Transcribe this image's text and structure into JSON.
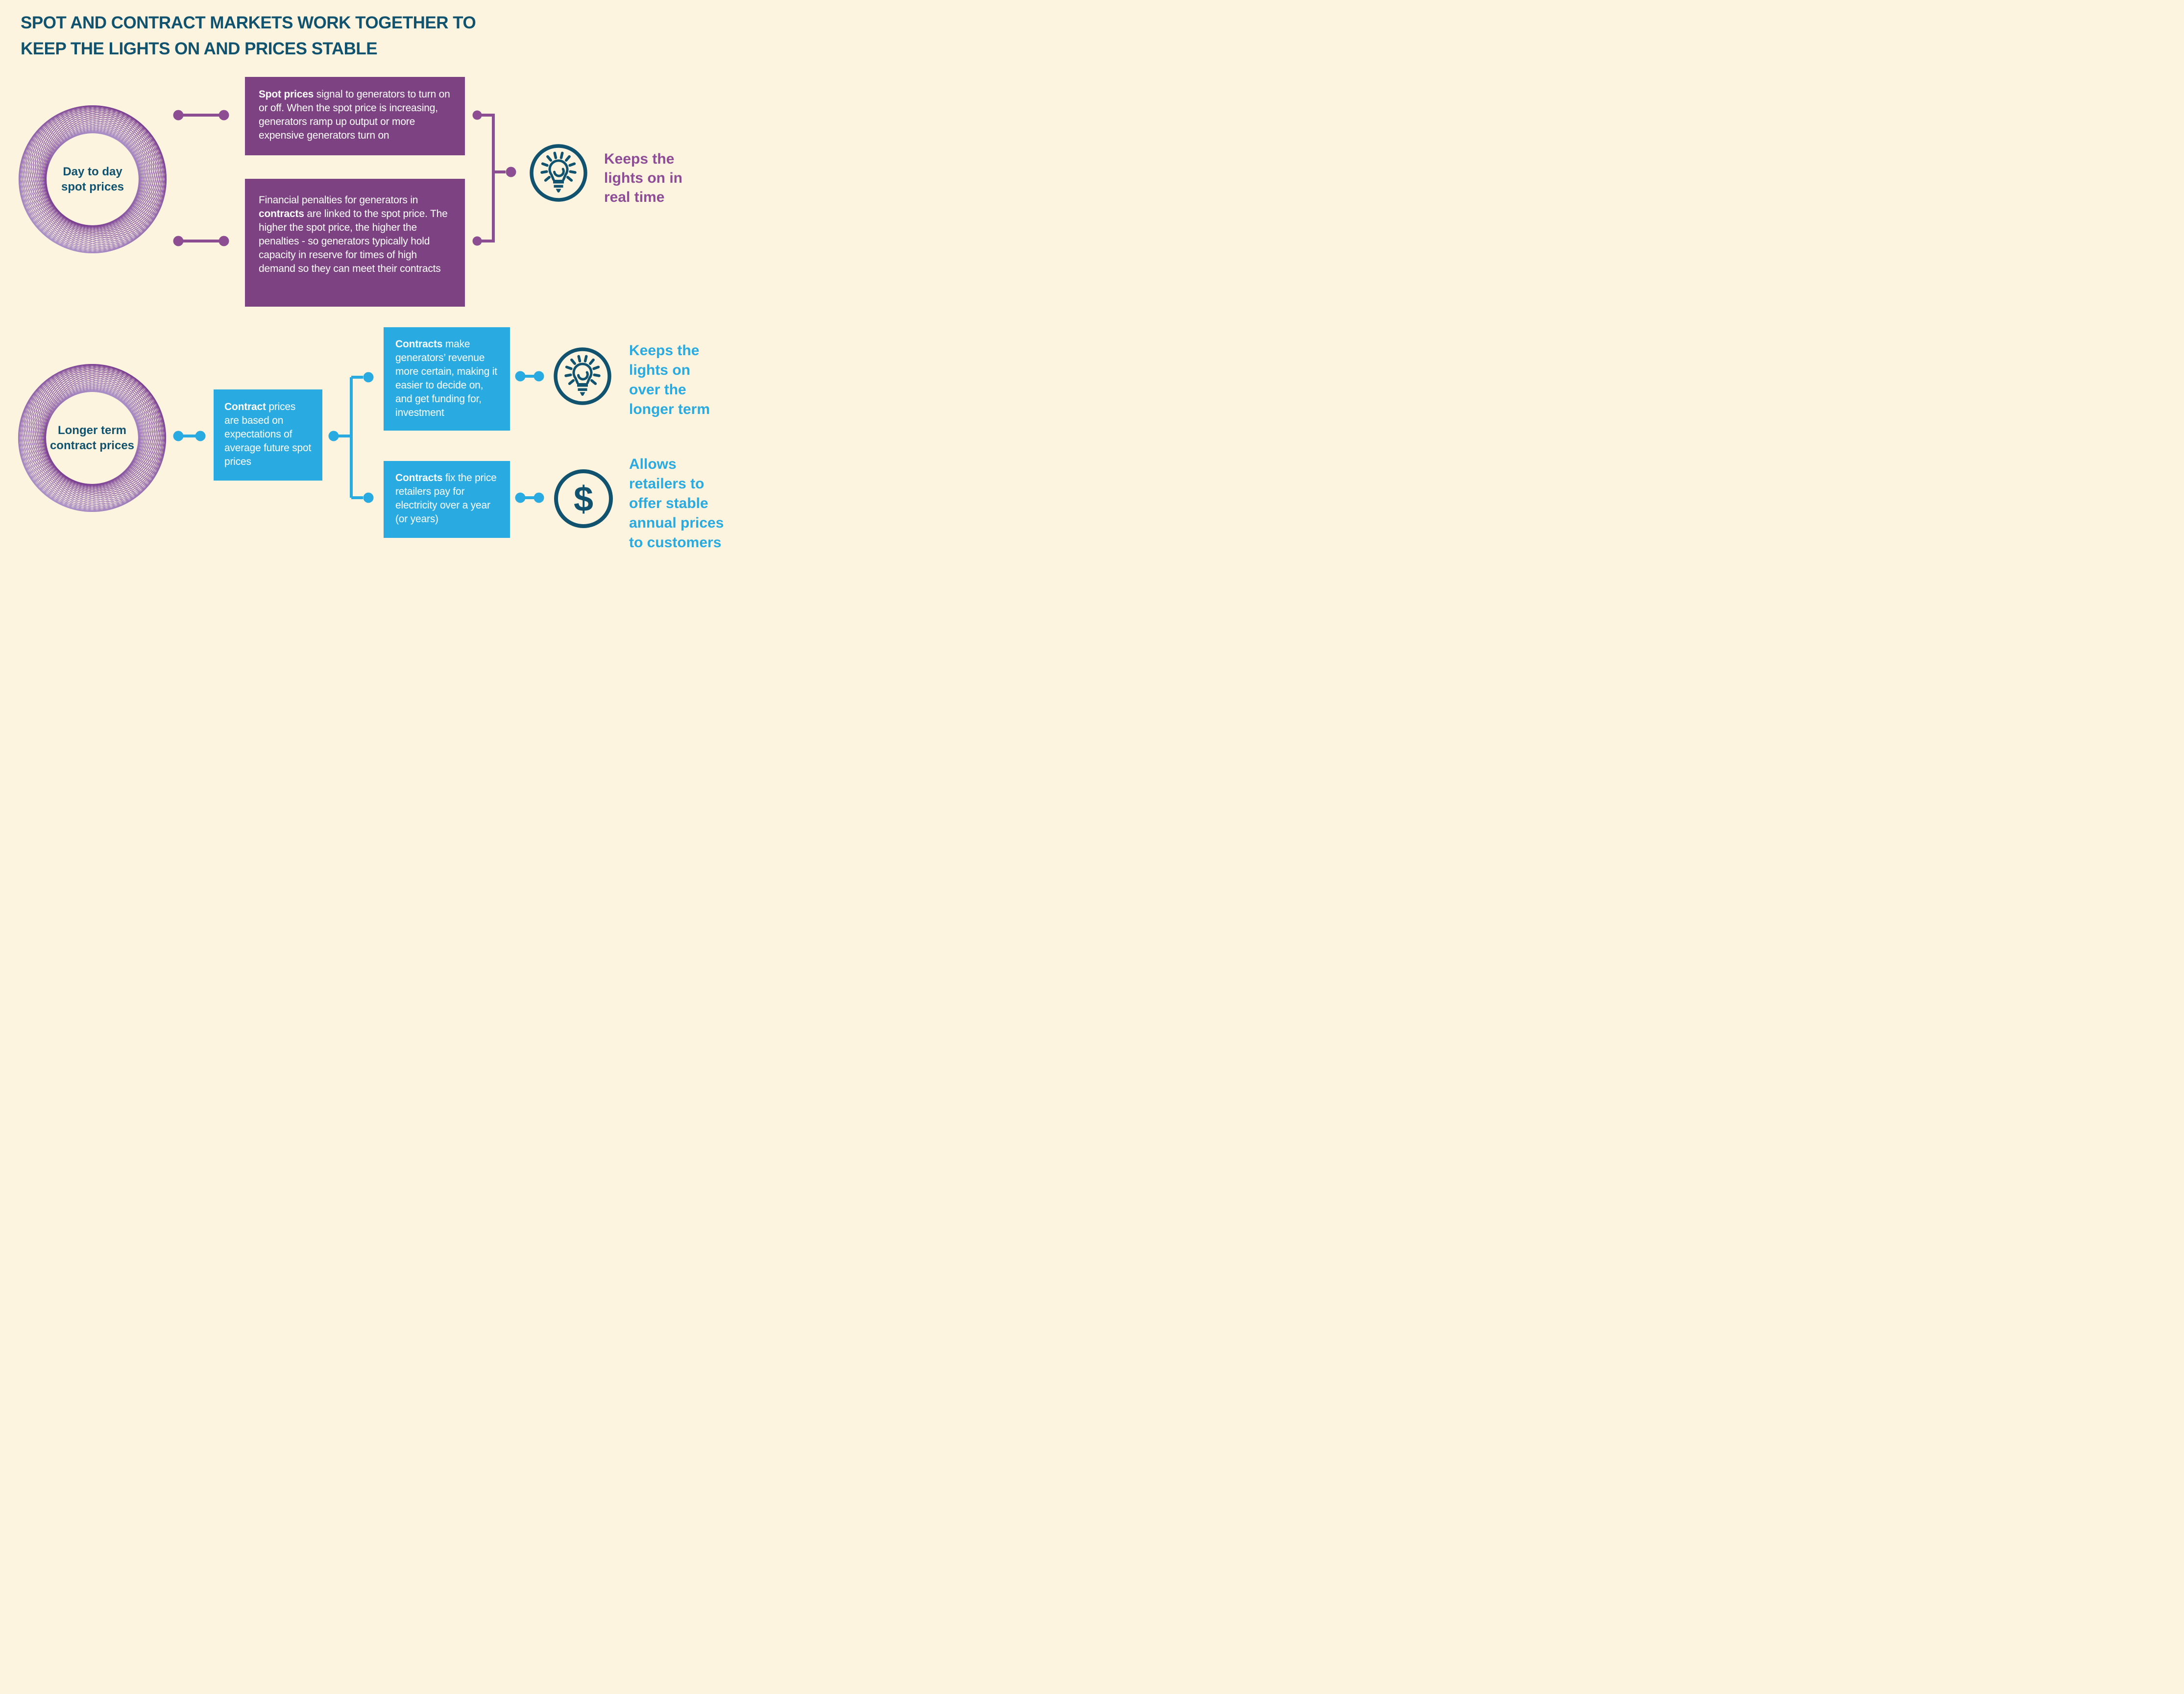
{
  "title": {
    "lines": [
      "SPOT AND CONTRACT MARKETS WORK TOGETHER TO",
      "KEEP THE LIGHTS ON AND PRICES STABLE"
    ]
  },
  "colors": {
    "background": "#FCF4DE",
    "title_text": "#11536F",
    "purple_box": "#7D4281",
    "purple_connector": "#8D4D93",
    "purple_outcome_text": "#8E4D96",
    "blue": "#29ABE2",
    "icon_teal": "#11536F",
    "ring_light": "#A98FC6",
    "ring_dark": "#7A3D90"
  },
  "spot_section": {
    "circle_label": {
      "lines": [
        "Day to day",
        "spot prices"
      ]
    },
    "box_spot": {
      "lead": "Spot prices",
      "rest": " signal to generators to turn on or off. When the spot price is increasing, generators ramp up output or more expensive generators turn on"
    },
    "box_contracts": {
      "pre": "Financial penalties for generators in ",
      "bold": "contracts",
      "post": " are linked to the spot price. The higher the spot price, the higher the penalties - so generators typically hold capacity in reserve for times of high demand so they can meet their contracts"
    },
    "outcome": {
      "icon": "lightbulb-icon",
      "lines": [
        "Keeps the",
        "lights on in",
        "real time"
      ]
    }
  },
  "contract_section": {
    "circle_label": {
      "lines": [
        "Longer term",
        "contract prices"
      ]
    },
    "box_basis": {
      "lead": "Contract",
      "rest": " prices are based on expectations of average future spot prices"
    },
    "box_revenue": {
      "lead": "Contracts",
      "rest": " make generators’ revenue more certain, making it easier to decide on, and get funding for, investment"
    },
    "box_fix": {
      "lead": "Contracts",
      "rest": " fix the price retailers pay for electricity over a year (or years)"
    },
    "outcome_lights": {
      "icon": "lightbulb-icon",
      "lines": [
        "Keeps the",
        "lights on",
        "over the",
        "longer term"
      ]
    },
    "outcome_prices": {
      "icon": "dollar-icon",
      "dollar": "$",
      "lines": [
        "Allows",
        "retailers to",
        "offer stable",
        "annual prices",
        "to customers"
      ]
    }
  }
}
